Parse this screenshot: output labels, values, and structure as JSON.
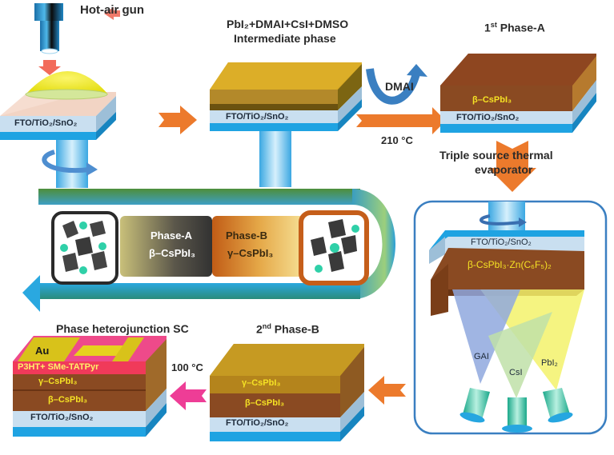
{
  "step1": {
    "tool_label": "Hot-air gun",
    "substrate_label": "FTO/TiO₂/SnO₂"
  },
  "step2": {
    "title_line1": "PbI₂+DMAI+CsI+DMSO",
    "title_line2": "Intermediate phase",
    "substrate_label": "FTO/TiO₂/SnO₂"
  },
  "transition_1_2": {
    "release_label": "DMAI",
    "temperature_label": "210 °C"
  },
  "step3": {
    "title": "1st Phase-A",
    "title_base": "1",
    "title_sup": "st",
    "title_rest": " Phase-A",
    "film_label": "β–CsPbI₃",
    "substrate_label": "FTO/TiO₂/SnO₂"
  },
  "transition_3_4": {
    "label_line1": "Triple source thermal",
    "label_line2": "evaporator"
  },
  "evaporator": {
    "substrate_label": "FTO/TiO₂/SnO₂",
    "film_label": "β-CsPbI₃·Zn(C₆F₅)₂",
    "sources": [
      "GAI",
      "CsI",
      "PbI₂"
    ]
  },
  "phase_band": {
    "phase_a_name": "Phase-A",
    "phase_a_formula": "β–CsPbI₃",
    "phase_b_name": "Phase-B",
    "phase_b_formula": "γ–CsPbI₃"
  },
  "step5": {
    "title": "2nd Phase-B",
    "title_base": "2",
    "title_sup": "nd",
    "title_rest": " Phase-B",
    "layers": [
      "γ–CsPbI₃",
      "β–CsPbI₃",
      "FTO/TiO₂/SnO₂"
    ]
  },
  "transition_5_6": {
    "temperature_label": "100 °C"
  },
  "step6": {
    "title": "Phase heterojunction SC",
    "electrode_label": "Au",
    "layers": [
      "P3HT+ SMe-TATPyr",
      "γ–CsPbI₃",
      "β–CsPbI₃",
      "FTO/TiO₂/SnO₂"
    ]
  },
  "colors": {
    "orange_arrow": "#ec7a2c",
    "pink_arrow": "#ee3d96",
    "substrate_blue": "#2fa8e0",
    "substrate_light": "#c9dff0",
    "film_brown": "#8a4a22",
    "film_gold": "#c79a1e",
    "text_yellow": "#f5e224",
    "curve_blue": "#3a7fc1"
  }
}
